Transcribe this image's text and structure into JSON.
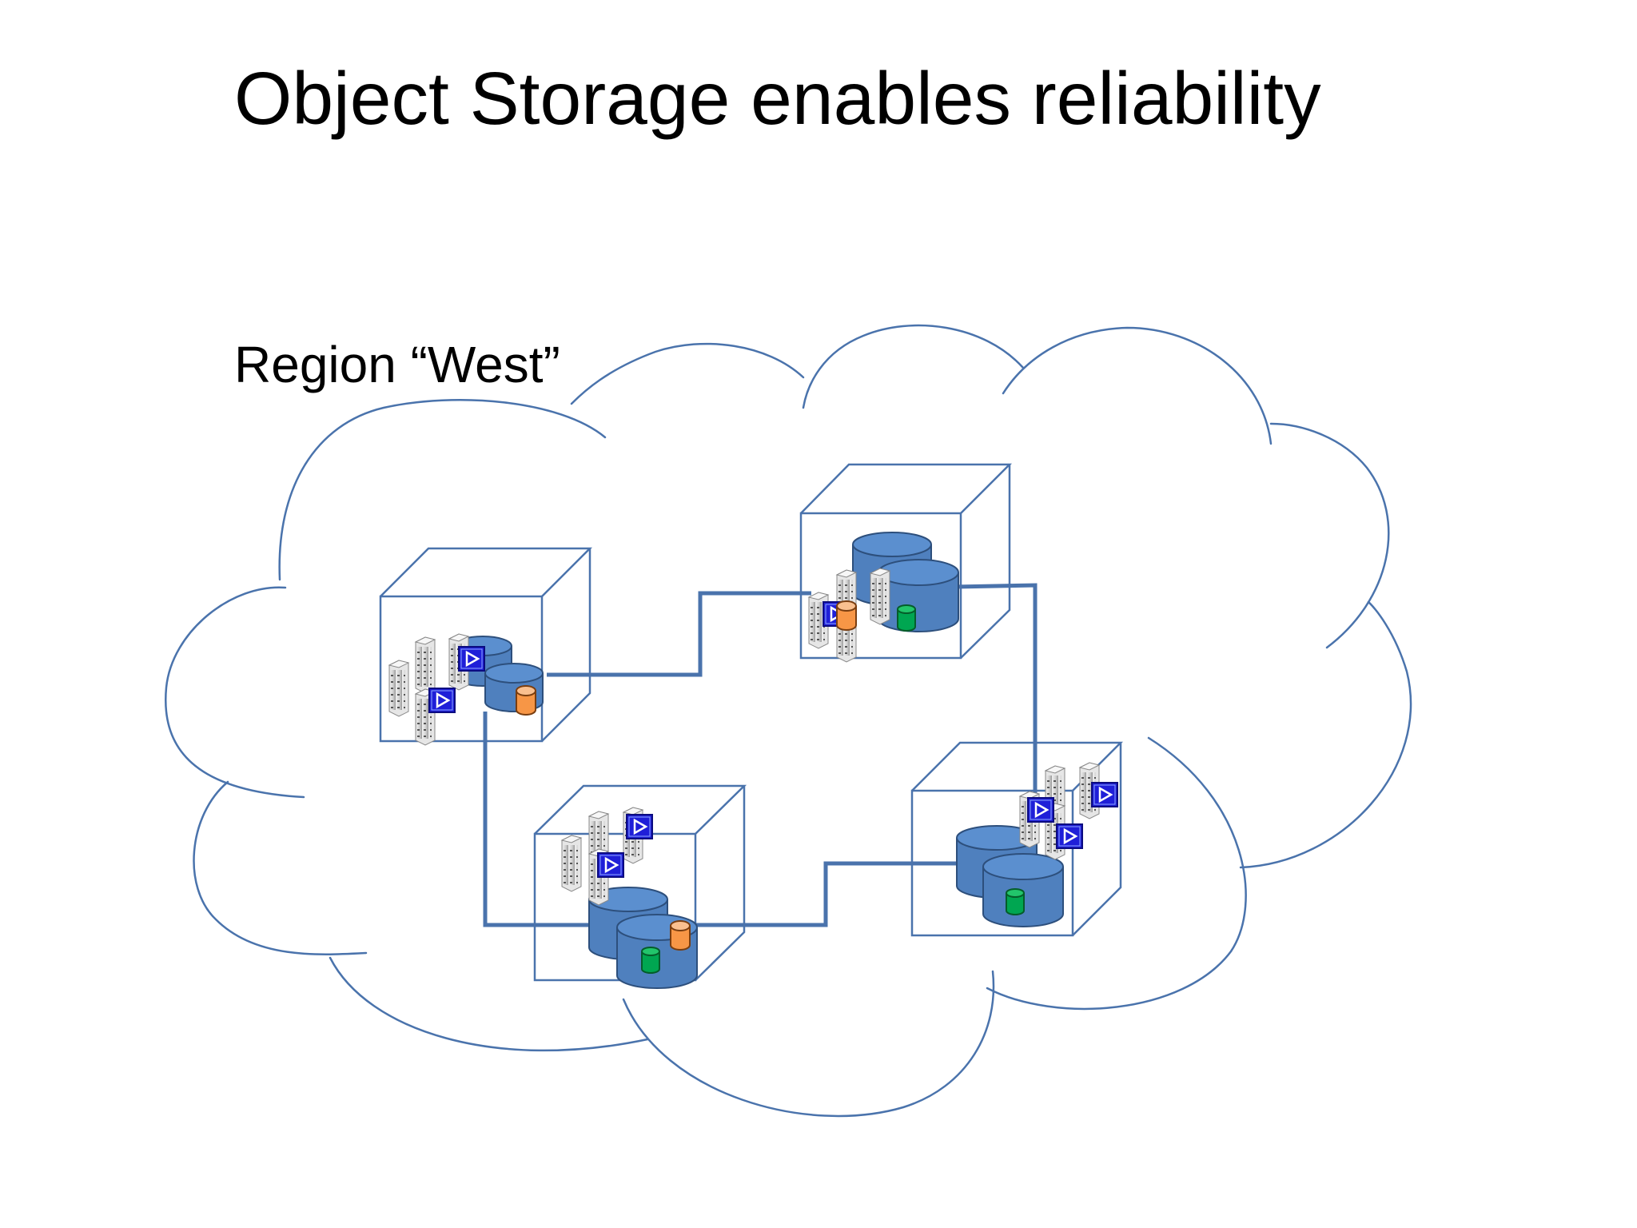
{
  "slide": {
    "title": "Object Storage enables reliability",
    "region_label": "Region “West”"
  },
  "colors": {
    "outline": "#4a73ac",
    "cylinder": "#4f80be",
    "cylinder_top": "#5b8fcf",
    "orange_object": "#f79646",
    "green_object": "#00a651",
    "proxy": "#1f1fd8",
    "server": "#d3d3d3"
  },
  "icons": {
    "zone": "cube-icon",
    "storage": "cylinder-icon",
    "server": "server-rack-icon",
    "proxy": "proxy-play-icon",
    "object_replica": "object-cylinder-icon"
  },
  "zones": [
    {
      "id": "zone-1",
      "objects": [
        "orange"
      ]
    },
    {
      "id": "zone-2",
      "objects": [
        "orange",
        "green"
      ]
    },
    {
      "id": "zone-3",
      "objects": [
        "orange",
        "green"
      ]
    },
    {
      "id": "zone-4",
      "objects": [
        "green"
      ]
    }
  ]
}
